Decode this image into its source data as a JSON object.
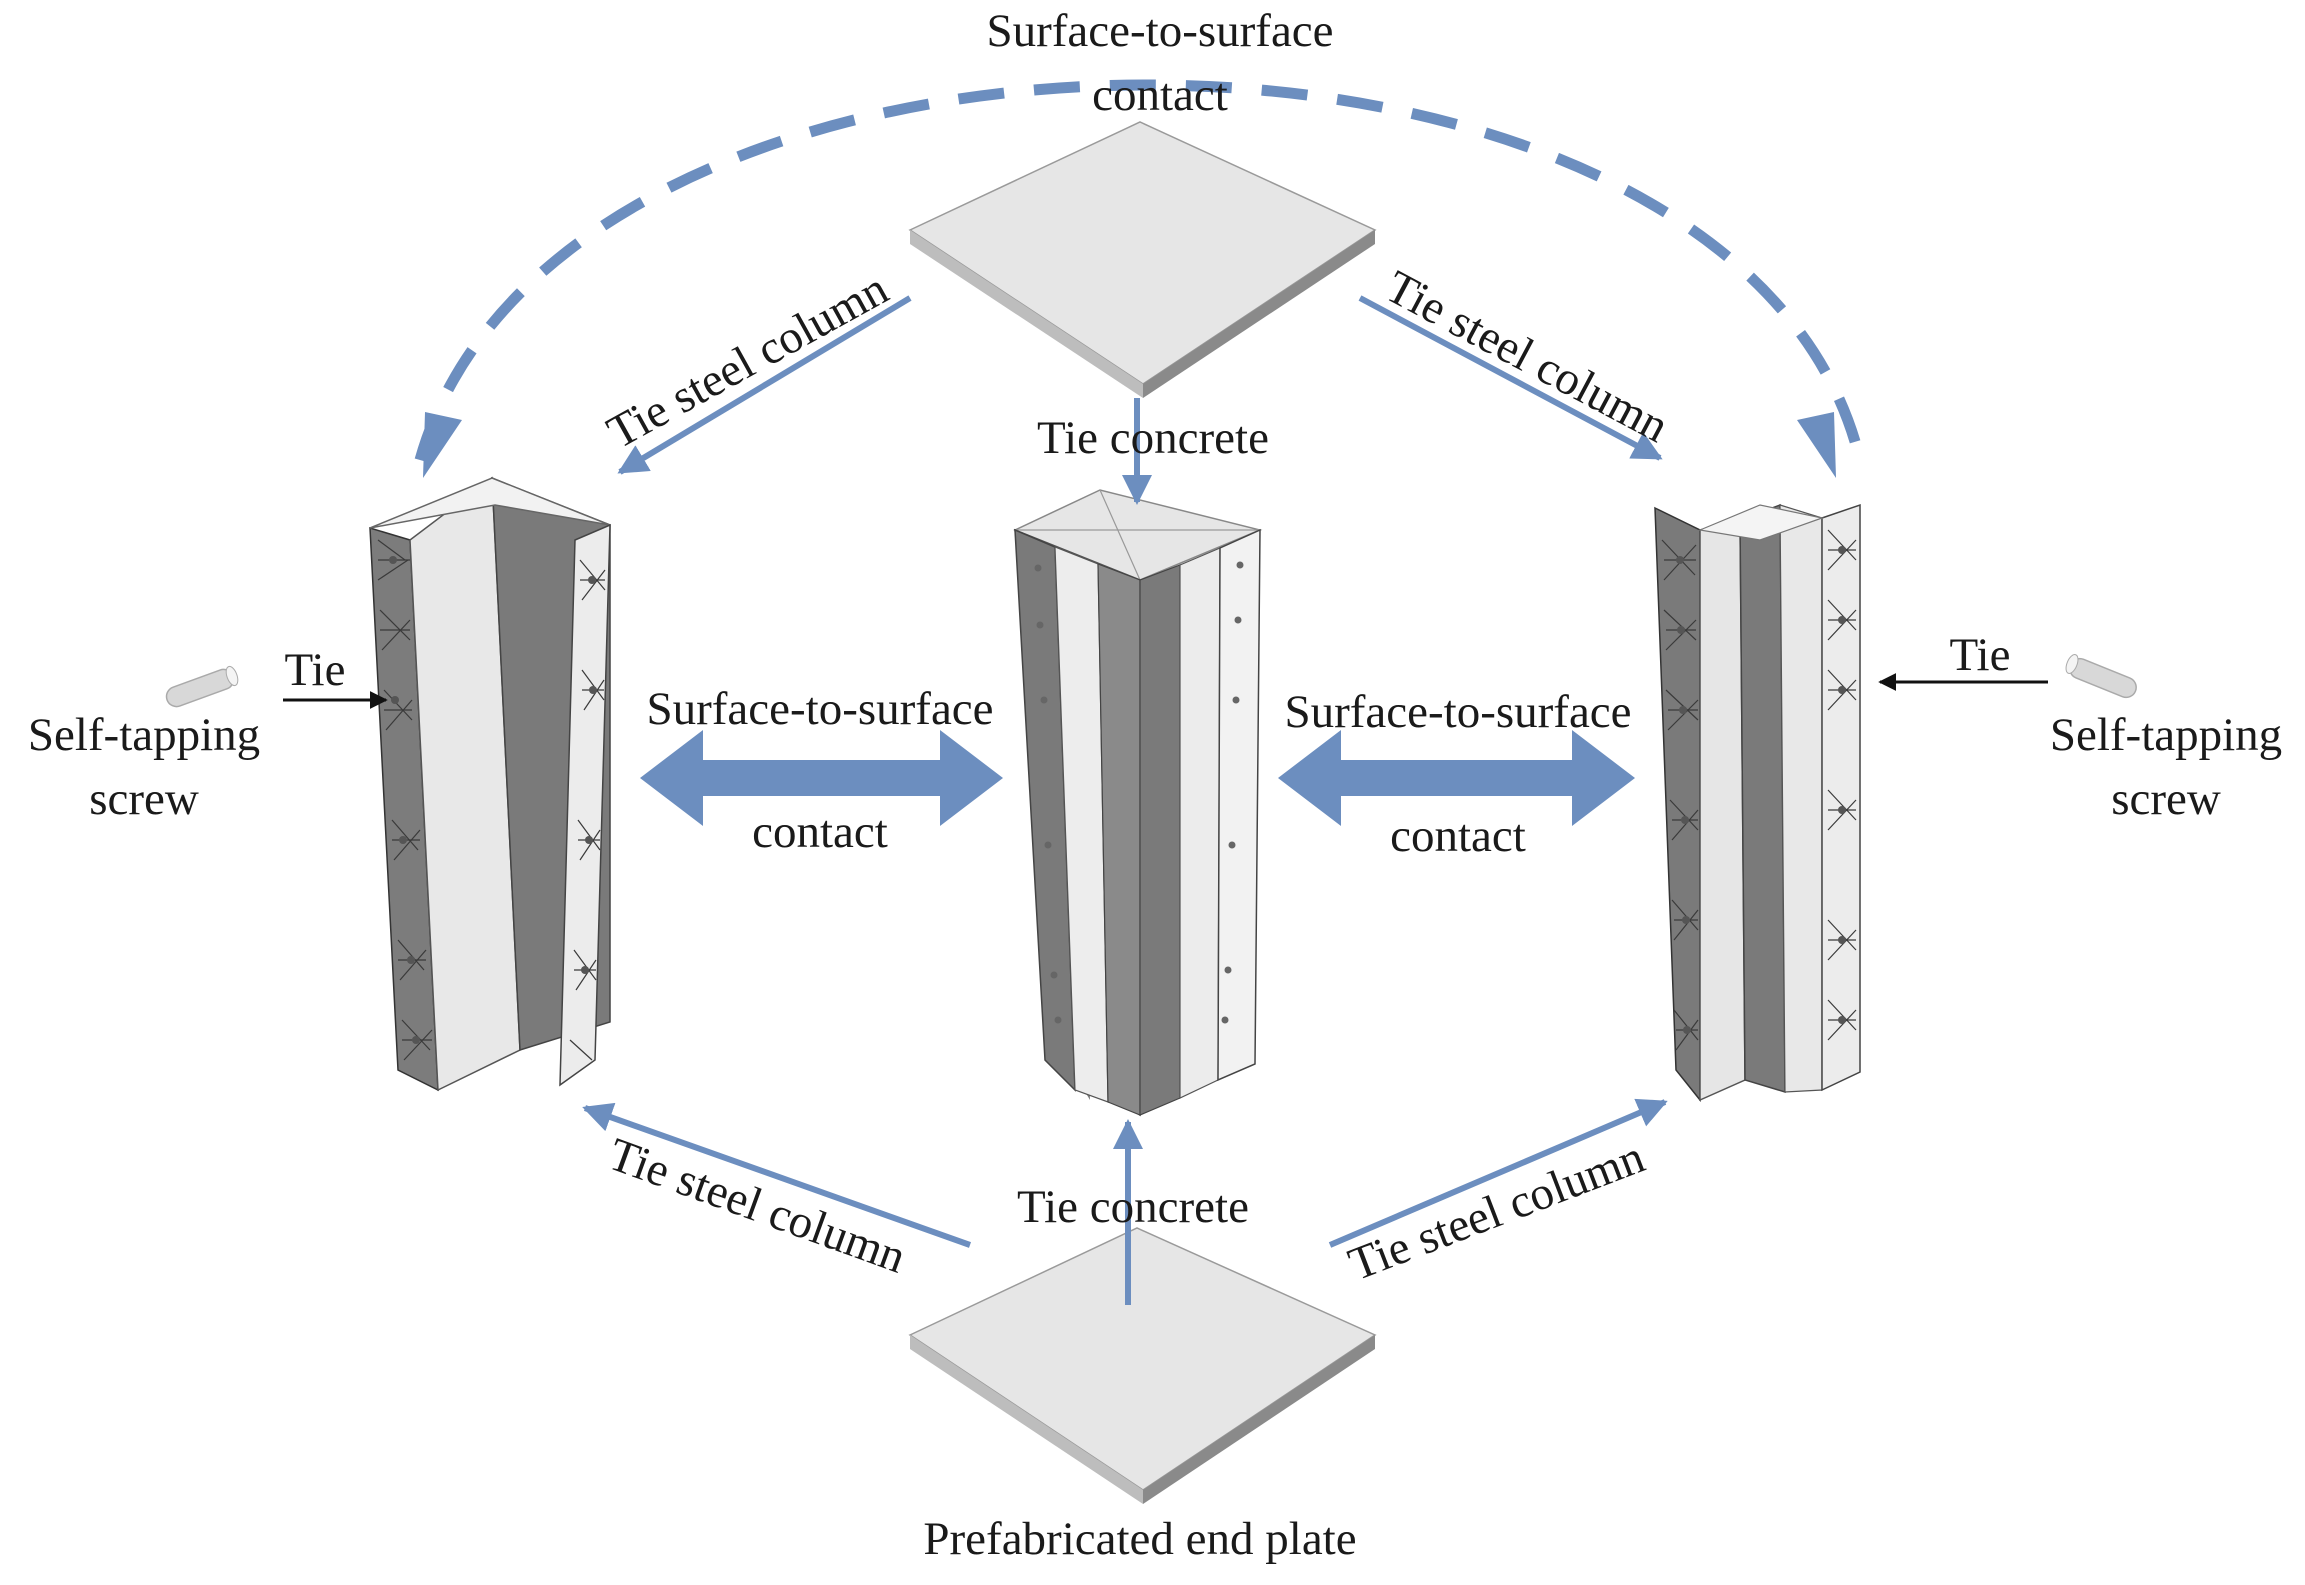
{
  "labels": {
    "top_contact_line1": "Surface-to-surface",
    "top_contact_line2": "contact",
    "tie_steel_column_tl": "Tie steel column",
    "tie_steel_column_tr": "Tie steel column",
    "tie_steel_column_bl": "Tie steel column",
    "tie_steel_column_br": "Tie steel column",
    "tie_concrete_top": "Tie concrete",
    "tie_concrete_bottom": "Tie concrete",
    "contact_left_line1": "Surface-to-surface",
    "contact_left_line2": "contact",
    "contact_right_line1": "Surface-to-surface",
    "contact_right_line2": "contact",
    "tie_left": "Tie",
    "tie_right": "Tie",
    "screw_left_line1": "Self-tapping",
    "screw_left_line2": "screw",
    "screw_right_line1": "Self-tapping",
    "screw_right_line2": "screw",
    "bottom_plate": "Prefabricated end plate"
  },
  "colors": {
    "arrow_blue": "#6c8ebf",
    "plate_top": "#e4e4e4",
    "plate_side": "#8c8c8c",
    "steel_light": "#e8e8e8",
    "steel_dark": "#7a7a7a",
    "mesh_line": "#3a3a3a"
  }
}
